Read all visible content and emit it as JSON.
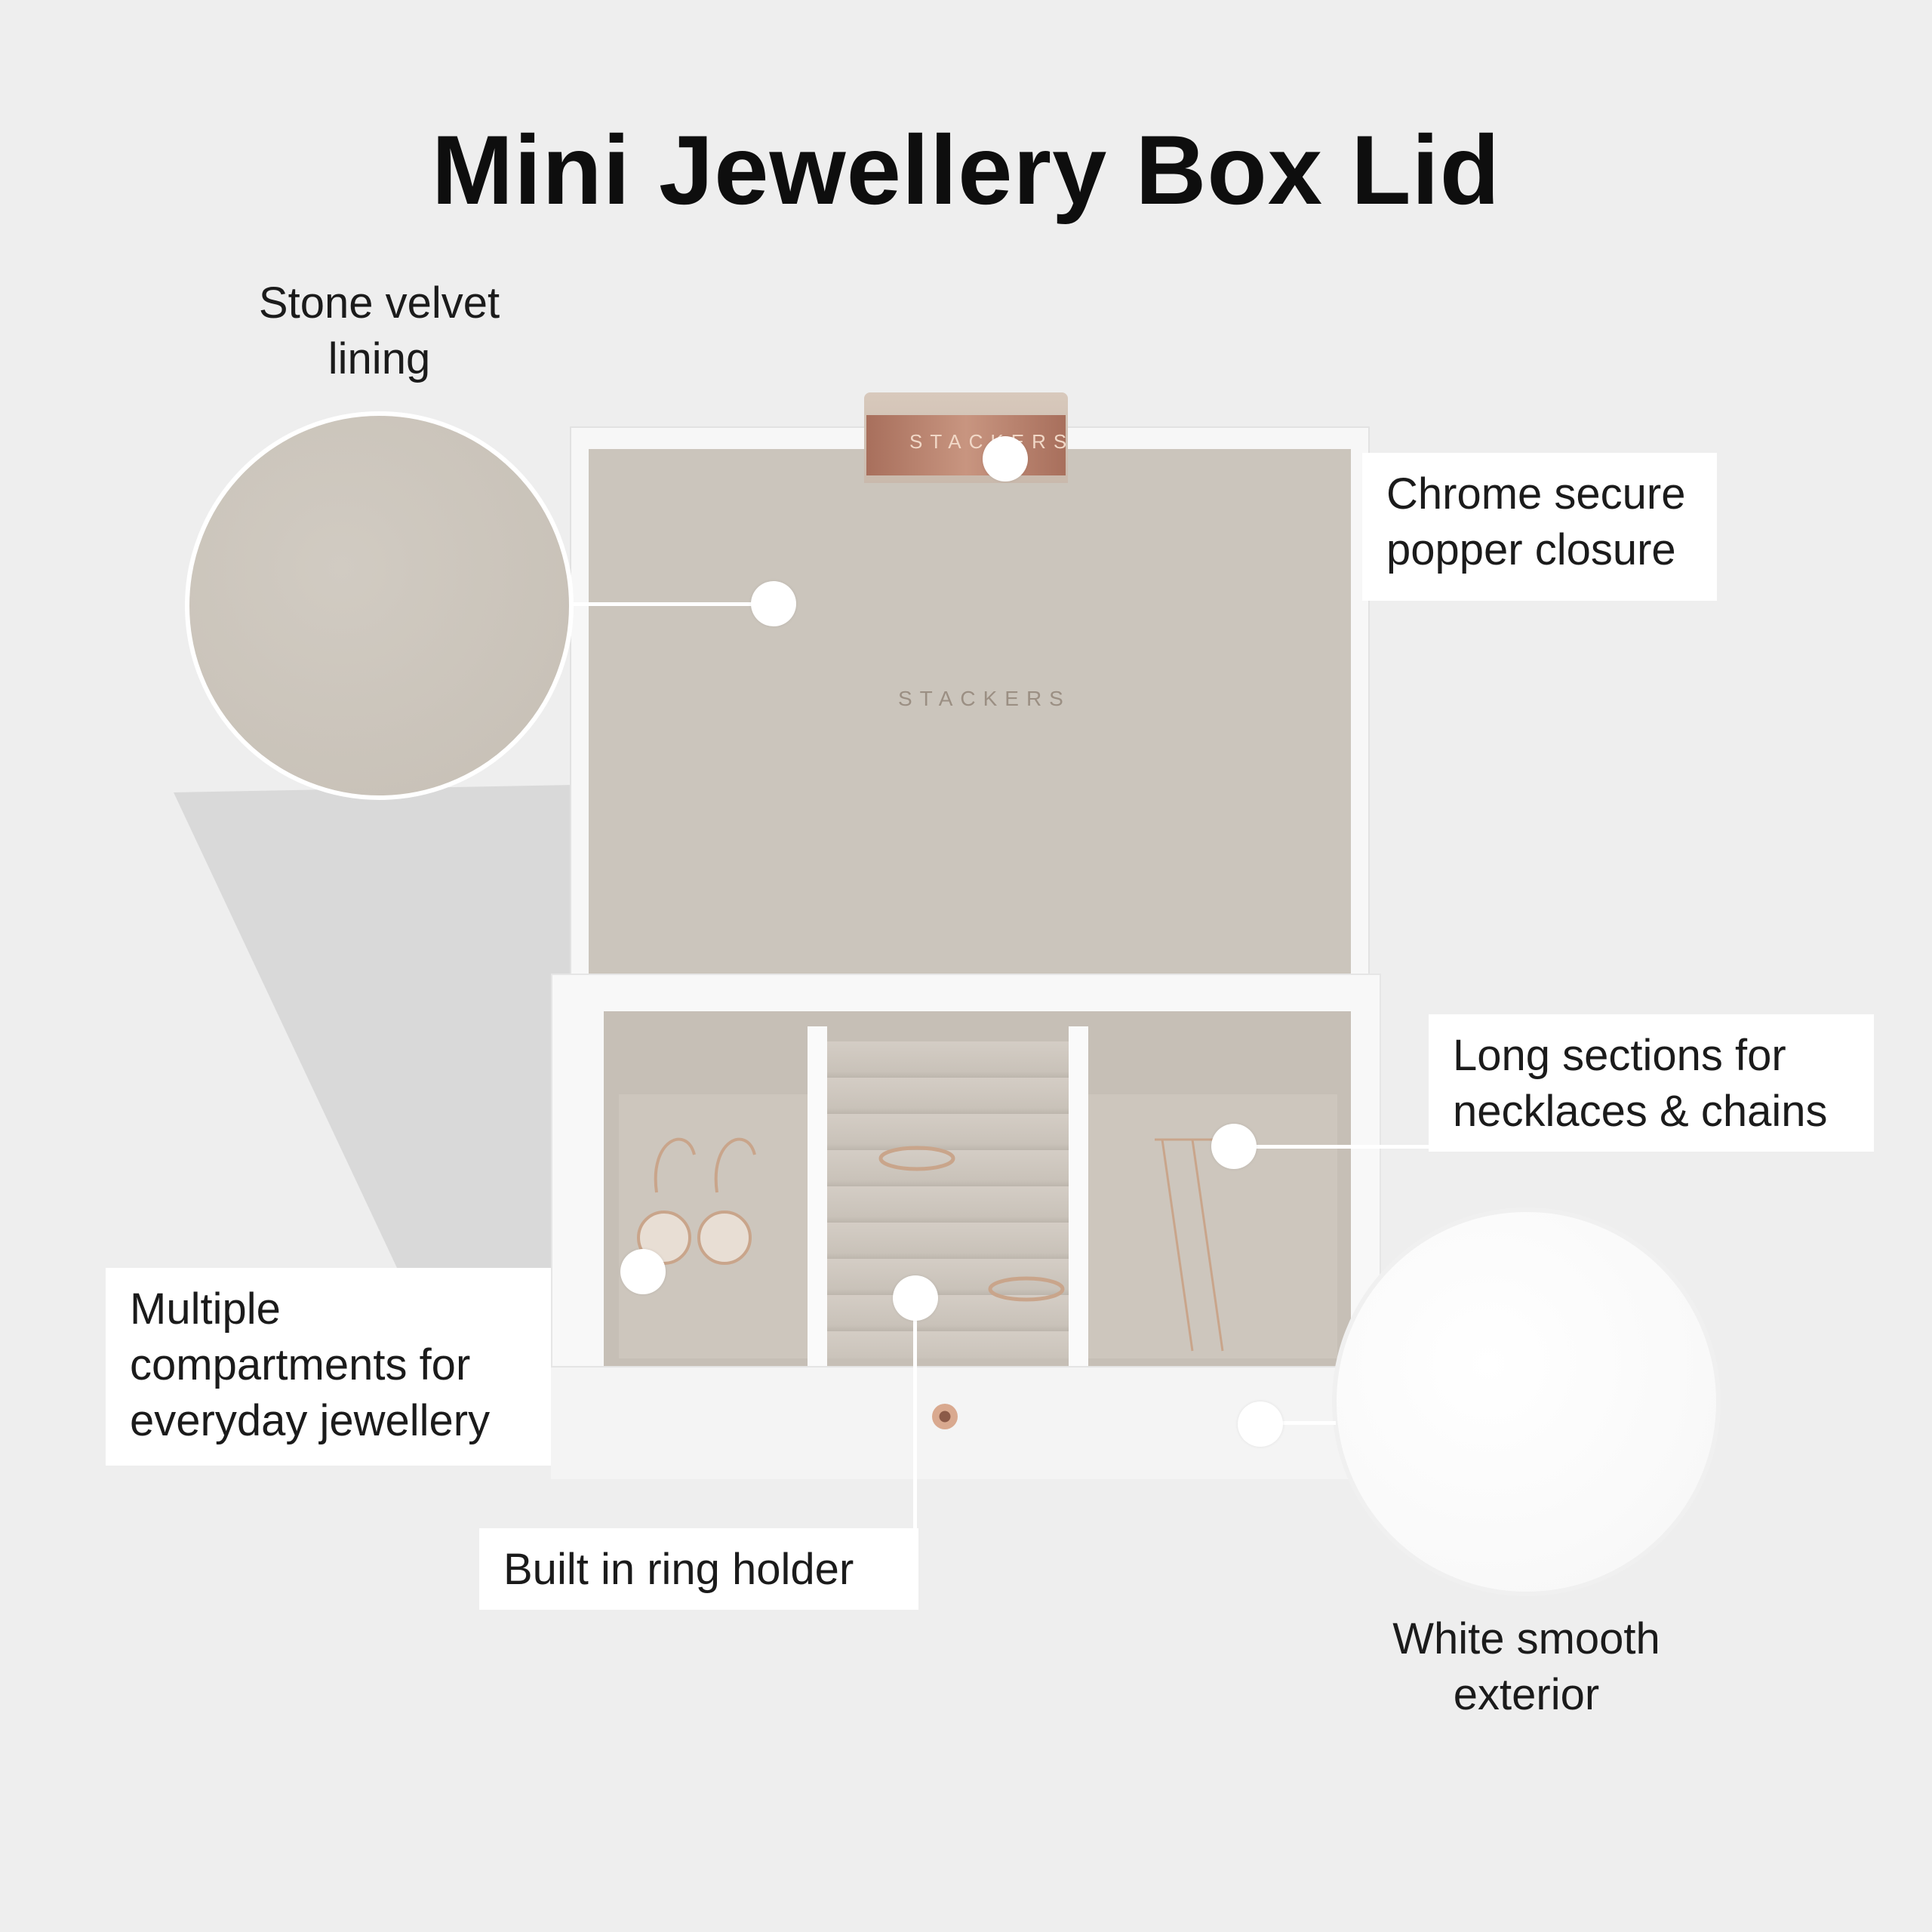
{
  "title": "Mini Jewellery Box Lid",
  "labels": {
    "lining": [
      "Stone velvet",
      "lining"
    ],
    "closure": [
      "Chrome secure",
      "popper closure"
    ],
    "sections": [
      "Long sections for",
      "necklaces & chains"
    ],
    "compartments": [
      "Multiple",
      "compartments for",
      "everyday jewellery"
    ],
    "ring_holder": "Built in ring holder",
    "exterior": [
      "White smooth",
      "exterior"
    ]
  },
  "brand": {
    "tab_text": "STACKERS",
    "lid_text": "STACKERS"
  },
  "colors": {
    "background": "#eeeeee",
    "velvet": "#cbc5bc",
    "exterior": "#f7f7f7",
    "rose_gold": "#b8806a"
  }
}
